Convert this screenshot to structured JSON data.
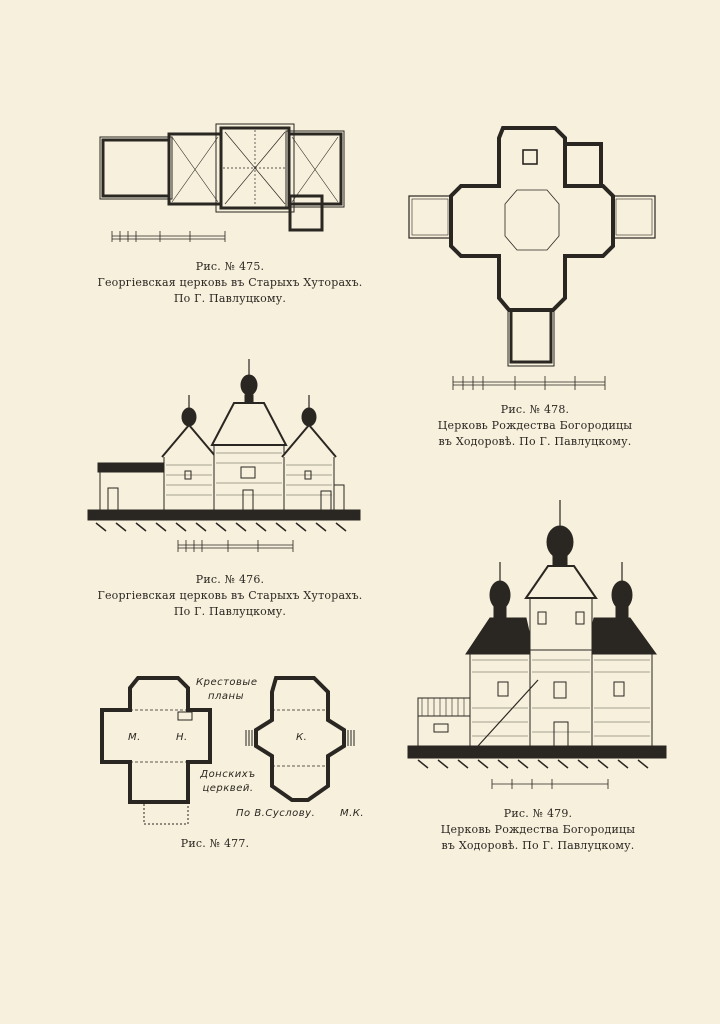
{
  "figures": [
    {
      "num": "Рис. № 475.",
      "lines": [
        "Георгіевская церковь въ Старыхъ Хуторахъ.",
        "По Г. Павлуцкому."
      ]
    },
    {
      "num": "Рис. № 476.",
      "lines": [
        "Георгіевская церковь въ Старыхъ Хуторахъ.",
        "По Г. Павлуцкому."
      ]
    },
    {
      "num": "Рис. № 477."
    },
    {
      "num": "Рис. № 478.",
      "lines": [
        "Церковь Рождества Богородицы",
        "въ Ходоровѣ. По Г. Павлуцкому."
      ]
    },
    {
      "num": "Рис. № 479.",
      "lines": [
        "Церковь Рождества Богородицы",
        "въ Ходоровѣ. По Г. Павлуцкому."
      ]
    }
  ],
  "plan_477_labels": {
    "title_1": "Крестовые",
    "title_2": "планы",
    "sub_1": "Донскихъ",
    "sub_2": "церквей.",
    "source": "По В.Суслову.",
    "initials": "М.К.",
    "room_m": "М.",
    "room_n": "Н.",
    "room_k": "К."
  },
  "colors": {
    "paper": "#f7f0dc",
    "ink": "#2a2622"
  }
}
